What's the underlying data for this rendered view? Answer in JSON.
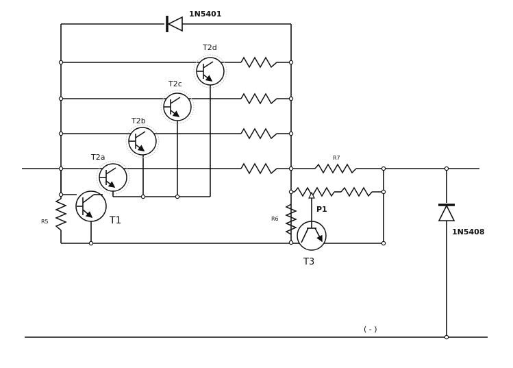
{
  "labels": {
    "diode_top": "1N5401",
    "diode_right": "1N5408",
    "t2a": "T2a",
    "t2b": "T2b",
    "t2c": "T2c",
    "t2d": "T2d",
    "t1": "T1",
    "t3": "T3",
    "r5": "R5",
    "r6": "R6",
    "r7": "R7",
    "p1": "P1",
    "ground": "( - )"
  }
}
